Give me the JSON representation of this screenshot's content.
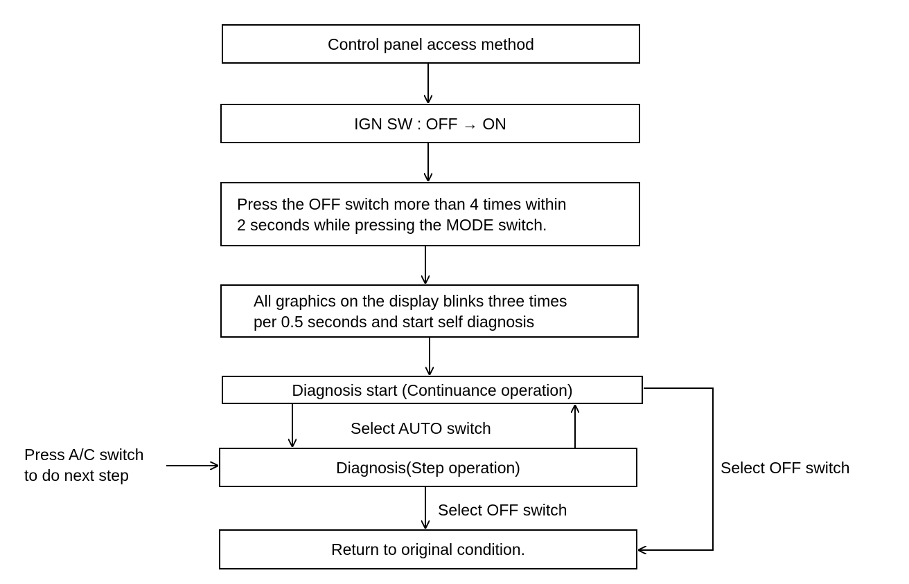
{
  "steps": {
    "access": "Control panel access method",
    "ign": "IGN SW : OFF → ON",
    "press_line1": "Press the OFF switch more than 4 times within",
    "press_line2": "2 seconds while pressing the MODE switch.",
    "blink_line1": "All graphics on the display blinks three times",
    "blink_line2": "per 0.5 seconds and start self diagnosis",
    "diag_start": "Diagnosis start (Continuance operation)",
    "diag_step": "Diagnosis(Step operation)",
    "return": "Return to original condition."
  },
  "labels": {
    "select_auto": "Select AUTO switch",
    "select_off_bottom": "Select OFF switch",
    "select_off_right": "Select OFF switch",
    "press_ac_line1": "Press A/C switch",
    "press_ac_line2": "to do next step"
  }
}
